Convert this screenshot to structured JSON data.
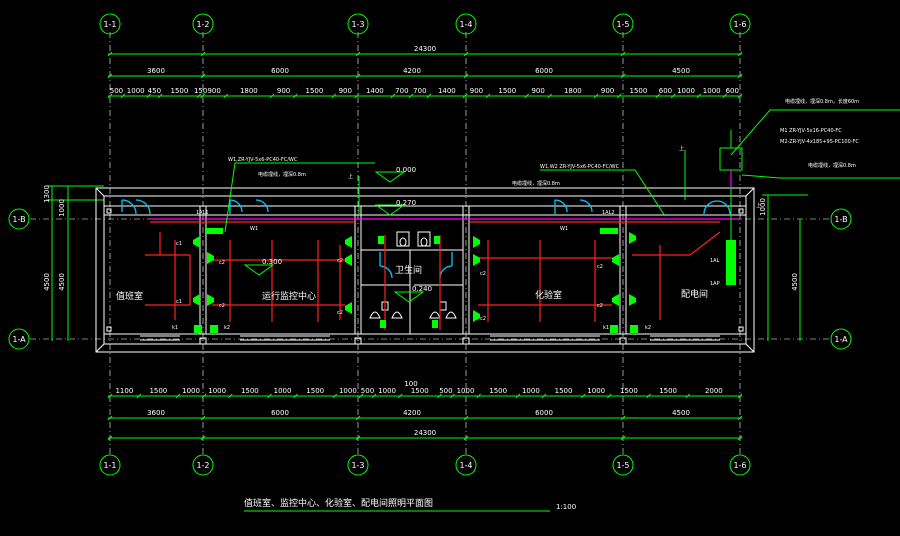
{
  "axes": [
    "1-1",
    "1-2",
    "1-3",
    "1-4",
    "1-5",
    "1-6"
  ],
  "row_axes": [
    "1-B",
    "1-A"
  ],
  "dims_top": {
    "total": "24300",
    "bays": [
      "3600",
      "6000",
      "4200",
      "6000",
      "4500"
    ],
    "segments": [
      "500",
      "1000",
      "450",
      "1500",
      "150",
      "900",
      "1800",
      "900",
      "1500",
      "900",
      "1400",
      "700",
      "700",
      "1400",
      "900",
      "1500",
      "900",
      "1800",
      "900",
      "1500",
      "600",
      "1000",
      "1000",
      "600"
    ]
  },
  "dims_bottom": {
    "total": "24300",
    "bays": [
      "3600",
      "6000",
      "4200",
      "6000",
      "4500"
    ],
    "segments": [
      "1100",
      "1500",
      "1000",
      "1000",
      "1500",
      "1000",
      "1500",
      "1000",
      "500",
      "1000",
      "1500",
      "500",
      "1000",
      "1500",
      "1000",
      "1500",
      "1000",
      "1500",
      "1500",
      "2000"
    ],
    "center": "100"
  },
  "dims_left": [
    "1300",
    "1000",
    "4500",
    "4500"
  ],
  "dims_right": [
    "1000",
    "4500"
  ],
  "rooms": {
    "duty": "值班室",
    "monitor": "运行监控中心",
    "toilet": "卫生间",
    "lab": "化验室",
    "power": "配电间"
  },
  "panels": {
    "al1": "1AL1",
    "al2": "1AL2",
    "al": "1AL",
    "ap": "1AP"
  },
  "levels": {
    "l0": "0.000",
    "l1": "0.270",
    "l2": "0.300",
    "l3": "0.240"
  },
  "notes": {
    "feeder_left": "W1,ZR-YJV-5x6-PC40-FC/WC",
    "feeder_right": "W1,W2 ZR-YJV-5x6-PC40-FC/WC",
    "cable_right": "电缆埋线，埋深0.8m，长度60m",
    "cable_m1": "M1 ZR-YJV-5x16-PC40-FC",
    "cable_m2": "M2-ZR-YJV-4x185+95-PC100-FC",
    "bury_left": "电缆埋线，埋深0.8m",
    "bury_mid": "电缆埋线，埋深0.8m",
    "bury_right": "电缆埋线，埋深0.8m",
    "up1": "上",
    "up2": "上",
    "up3": "上"
  },
  "circuits": {
    "w1": "W1",
    "w1b": "W1",
    "c1a": "c1",
    "c1b": "c1",
    "c2a": "c2",
    "c2b": "c2",
    "c2c": "c2",
    "c2d": "c2",
    "c2e": "c2",
    "c2f": "c2",
    "c2g": "c2",
    "c2h": "c2",
    "k1a": "k1",
    "k2a": "k2",
    "k1b": "k1",
    "k2b": "k2"
  },
  "title": {
    "text": "值班室、监控中心、化验室、配电间照明平面图",
    "scale": "1:100"
  }
}
